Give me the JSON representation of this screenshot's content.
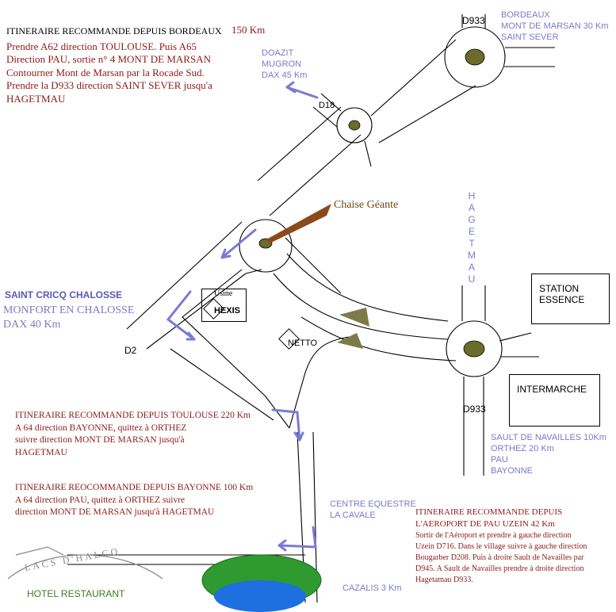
{
  "colors": {
    "road_outline": "#000000",
    "roundabout": "#6b6b2a",
    "arrow": "#7b7bd6",
    "route_text": "#8b1a1a",
    "place_text": "#7a7acb",
    "chair": "#8b4a1a",
    "lake": "#1e6fe0",
    "trees": "#2f9a2f",
    "hotel_text": "#3b7d22"
  },
  "bordeaux_block": {
    "title": "ITINERAIRE RECOMMANDE DEPUIS BORDEAUX",
    "distance": "150 Km",
    "lines": [
      "Prendre A62 direction TOULOUSE. Puis A65",
      "Direction PAU, sortie n° 4 MONT DE MARSAN",
      "Contourner Mont de Marsan par la Rocade Sud.",
      "Prendre la D933 direction SAINT SEVER jusqu'a",
      "HAGETMAU"
    ]
  },
  "roads": {
    "d933_top": "D933",
    "d18": "D18",
    "d2": "D2",
    "d933_mid": "D933"
  },
  "places": {
    "bordeaux_dir": [
      "BORDEAUX",
      "MONT DE MARSAN  30 Km",
      "SAINT SEVER"
    ],
    "doazit_dir": [
      "DOAZIT",
      "MUGRON",
      "DAX 45 Km"
    ],
    "hagetmau_vertical": "HAGETMAU",
    "saint_cricq": "SAINT CRICQ CHALOSSE",
    "monfort": "MONFORT EN CHALOSSE",
    "dax": "DAX 40 Km",
    "sault_dir": [
      "SAULT DE NAVAILLES 10Km",
      "ORTHEZ 20 Km",
      "PAU",
      "BAYONNE"
    ],
    "centre_equestre": [
      "CENTRE EQUESTRE",
      "LA CAVALE"
    ],
    "cazalis": "CAZALIS 3 Km"
  },
  "landmarks": {
    "chaise": "Chaise Géante",
    "usine": "Usine",
    "hexis": "HEXIS",
    "netto": "NETTO",
    "station": [
      "STATION",
      "ESSENCE"
    ],
    "intermarche": "INTERMARCHE"
  },
  "toulouse_block": {
    "title": "ITINERAIRE RECOMMANDE DEPUIS TOULOUSE 220 Km",
    "lines": [
      "A 64 direction BAYONNE, quittez à ORTHEZ",
      "suivre direction MONT DE MARSAN jusqu'à",
      "HAGETMAU"
    ]
  },
  "bayonne_block": {
    "title": "ITINERAIRE REOCOMMANDE DEPUIS BAYONNE 100 Km",
    "lines": [
      "A 64 direction PAU, quittez à ORTHEZ suivre",
      "direction MONT DE MARSAN jusqu'à HAGETMAU"
    ]
  },
  "airport_block": {
    "title": [
      "ITINERAIRE RECOMMANDE DEPUIS",
      "L'AEROPORT DE PAU UZEIN 42 Km"
    ],
    "lines": [
      "Sortir de l'Aéroport et prendre à gauche direction",
      "Uzein D716. Dans le village suivre à gauche direction",
      "Bougarber D208. Puis à droite Sault de Navailles par",
      "D945. A Sault de Navailles prendre à droite direction",
      "Hagetamau D933."
    ]
  },
  "hotel": {
    "logo_text": "LACS D'HALCO",
    "label": "HOTEL RESTAURANT"
  }
}
